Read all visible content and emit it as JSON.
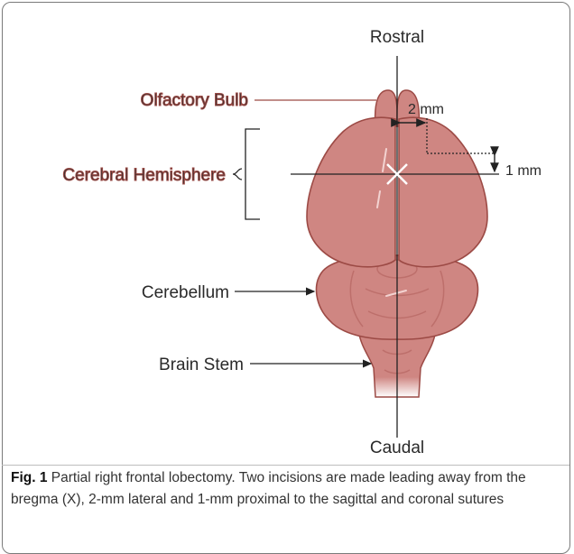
{
  "labels": {
    "rostral": "Rostral",
    "caudal": "Caudal",
    "olfactory_bulb": "Olfactory Bulb",
    "cerebral_hemisphere": "Cerebral Hemisphere",
    "cerebellum": "Cerebellum",
    "brain_stem": "Brain Stem",
    "lateral_offset": "2 mm",
    "proximal_offset": "1 mm"
  },
  "caption": {
    "figure_number": "Fig. 1",
    "text": " Partial right frontal lobectomy. Two incisions are made leading away from the bregma (X), 2-mm lateral and 1-mm proximal to the sagittal and coronal sutures"
  },
  "colors": {
    "brain_fill": "#cf8682",
    "brain_outline": "#9c4a45",
    "brain_fold": "#bd6f6b",
    "lines": "#222222"
  }
}
